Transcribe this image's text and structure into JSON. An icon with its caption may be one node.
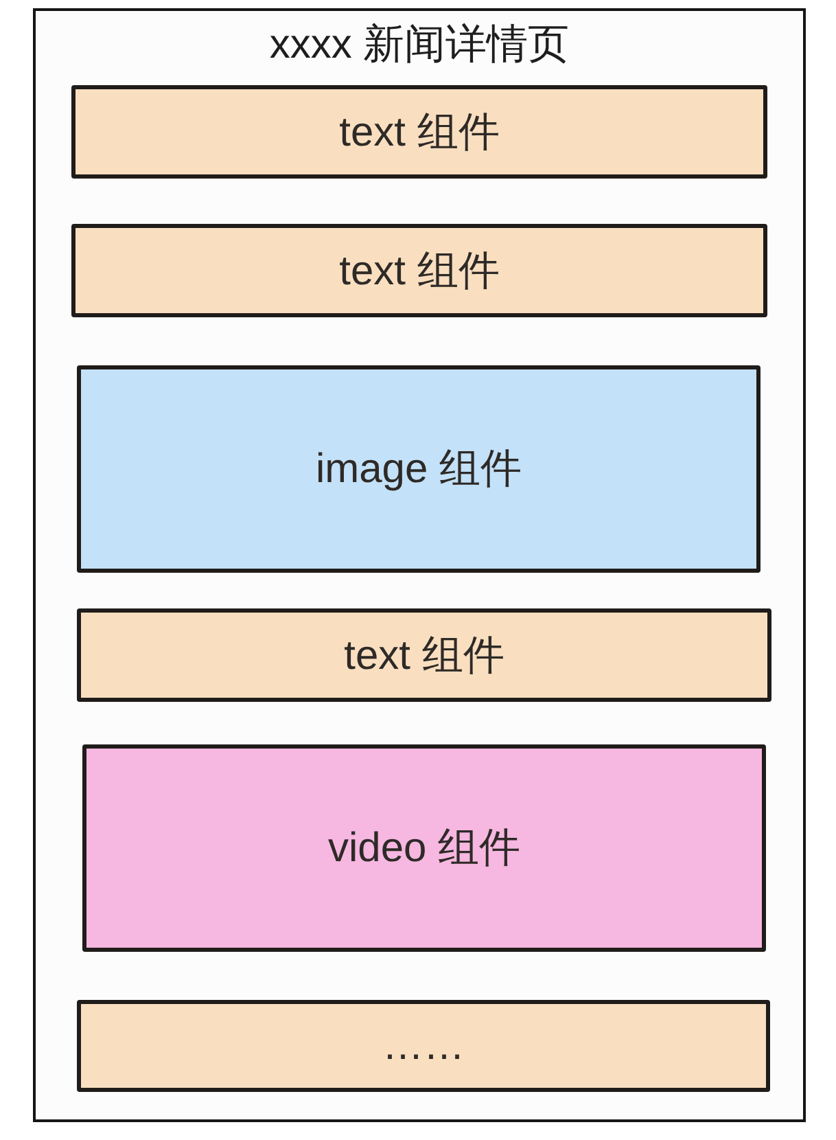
{
  "diagram": {
    "nodes": [
      {
        "text": [
          "xxxx 新闻详情页"
        ]
      },
      {
        "text": [
          "text 组件"
        ],
        "in": 0
      },
      {
        "text": [
          "text 组件"
        ],
        "in": 0
      },
      {
        "text": [
          "image 组件"
        ],
        "in": 0
      },
      {
        "text": [
          "text 组件"
        ],
        "in": 0
      },
      {
        "text": [
          "video 组件"
        ],
        "in": 0
      },
      {
        "text": [
          "……"
        ],
        "in": 0
      }
    ]
  }
}
